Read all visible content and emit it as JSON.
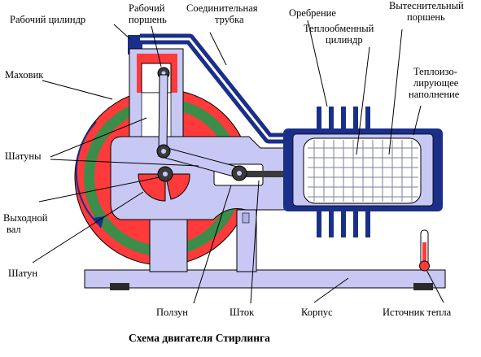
{
  "labels": {
    "working_cylinder": "Рабочий цилиндр",
    "working_piston_1": "Рабочий",
    "working_piston_2": "поршень",
    "connecting_tube_1": "Соединительная",
    "connecting_tube_2": "трубка",
    "fins": "Оребрение",
    "displacer_piston_1": "Вытеснительный",
    "displacer_piston_2": "поршень",
    "heat_exchanger_1": "Теплообменный",
    "heat_exchanger_2": "цилиндр",
    "flywheel": "Маховик",
    "insulation_1": "Теплоизо-",
    "insulation_2": "лирующее",
    "insulation_3": "наполнение",
    "rods": "Шатуны",
    "output_shaft_1": "Выходной",
    "output_shaft_2": "вал",
    "rod": "Шатун",
    "slider": "Ползун",
    "stem": "Шток",
    "body": "Корпус",
    "heat_source": "Источник тепла"
  },
  "caption": "Схема двигателя Стирлинга",
  "colors": {
    "housing": "#c8c8f5",
    "housing_dark": "#b0b0e8",
    "outline": "#000000",
    "blue": "#1a2f8a",
    "red": "#ff3a3a",
    "green": "#3d8d4a",
    "mesh": "#bfc0d0",
    "rod": "#c8c8f5",
    "pin": "#3a3a3a"
  }
}
